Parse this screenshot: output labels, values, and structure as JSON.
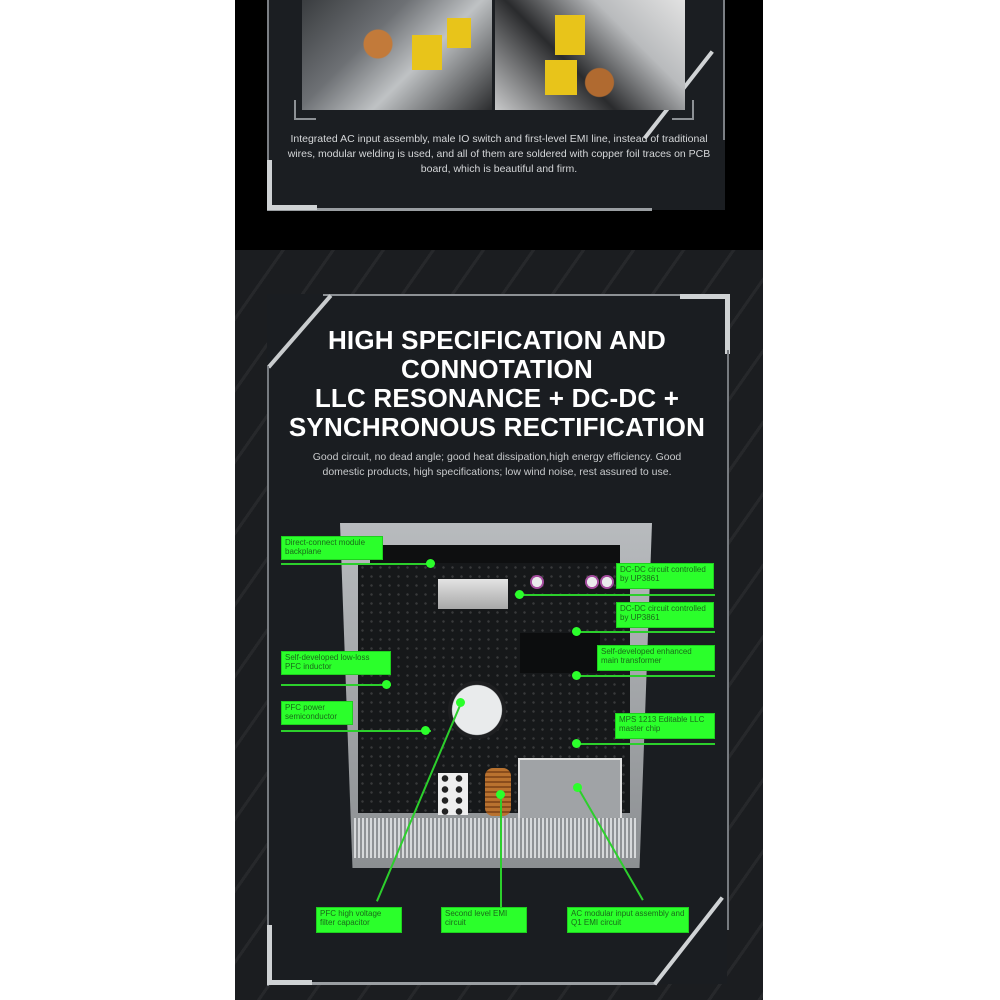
{
  "section1": {
    "caption": "Integrated AC input assembly, male IO switch and first-level EMI line, instead of traditional wires, modular welding is used, and all of them are soldered with copper foil traces on PCB board, which is beautiful and firm.",
    "photos": [
      "ac-input-assembly-photo-left",
      "ac-input-assembly-photo-right"
    ]
  },
  "section2": {
    "title_lines": [
      "HIGH SPECIFICATION AND",
      "CONNOTATION",
      "LLC RESONANCE + DC-DC +",
      "SYNCHRONOUS RECTIFICATION"
    ],
    "subtitle": "Good circuit, no dead angle; good heat dissipation,high energy efficiency. Good domestic products, high specifications; low wind noise, rest assured to use.",
    "labels": {
      "backplane": "Direct-connect module backplane",
      "dcdc1": "DC-DC circuit controlled by UP3861",
      "dcdc2": "DC-DC circuit controlled by UP3861",
      "pfc_inductor": "Self-developed low-loss PFC inductor",
      "transformer": "Self-developed enhanced main transformer",
      "pfc_semi": "PFC power semiconductor",
      "llc_chip": "MPS 1213 Editable LLC master chip",
      "pfc_cap": "PFC high voltage filter capacitor",
      "emi2": "Second level EMI circuit",
      "ac_input": "AC modular input assembly and Q1 EMI circuit"
    },
    "colors": {
      "label_bg": "#2bff2b",
      "label_text": "#1a6a1a",
      "panel_bg": "#1a1d21"
    }
  }
}
